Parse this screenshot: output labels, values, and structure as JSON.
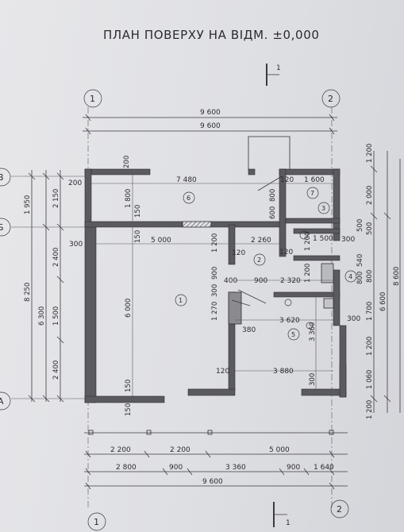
{
  "title": "ПЛАН ПОВЕРХУ НА ВІДМ. ±0,000",
  "section_marks": {
    "top": "1",
    "bottom": "1"
  },
  "axes": {
    "col_1": "1",
    "col_2": "2",
    "row_v": "В",
    "row_b": "Б",
    "row_a": "А"
  },
  "dims": {
    "top_overall_1": "9 600",
    "top_overall_2": "9 600",
    "room6_length": "7 480",
    "room7_width": "1 600",
    "wall_120_top": "120",
    "wall_200_top": "200",
    "wall_200_left": "200",
    "room6_depth": "1 800",
    "wall_150_a": "150",
    "wall_800": "800",
    "wall_600": "600",
    "room1_length": "5 000",
    "wall_300_left": "300",
    "wall_150_b": "150",
    "wall_1200_a": "1 200",
    "wall_120_b": "120",
    "room2_length": "2 260",
    "wall_120_c": "120",
    "room3_width": "1 500",
    "wall_300_c": "300",
    "wall_500": "500",
    "room1_depth": "6 000",
    "wall_900_v": "900",
    "wall_400": "400",
    "wall_900_h": "900",
    "room2_width": "2 320",
    "wall_540": "540",
    "wall_800_r": "800",
    "wall_300_d": "300",
    "wall_1270": "1 270",
    "wall_380": "380",
    "room5_length": "3 620",
    "room5_depth": "3 360",
    "wall_1200_b": "1 200",
    "wall_300_e": "300",
    "wall_120_d": "120",
    "room5_width": "3 880",
    "wall_300_f": "300",
    "wall_150_c": "150",
    "wall_150_d": "150",
    "wall_1200_v": "1 200",
    "left_1950": "1 950",
    "left_2150": "2 150",
    "left_2400_a": "2 400",
    "left_8250": "8 250",
    "left_6300": "6 300",
    "left_1500": "1 500",
    "left_2400_b": "2 400",
    "right_1200_a": "1 200",
    "right_2000": "2 000",
    "right_8600": "8 600",
    "right_500": "500",
    "right_6600": "6 600",
    "right_800": "800",
    "right_1700": "1 700",
    "right_1200_b": "1 200",
    "right_1060": "1 060",
    "right_1200_c": "1 200",
    "bottom_2200_a": "2 200",
    "bottom_2200_b": "2 200",
    "bottom_5000": "5 000",
    "bottom_2800": "2 800",
    "bottom_900_a": "900",
    "bottom_3360": "3 360",
    "bottom_900_b": "900",
    "bottom_1640": "1 640",
    "bottom_9600": "9 600"
  },
  "rooms": {
    "r1": "1",
    "r2": "2",
    "r3": "3",
    "r4": "4",
    "r5": "5",
    "r6": "6",
    "r7": "7"
  }
}
